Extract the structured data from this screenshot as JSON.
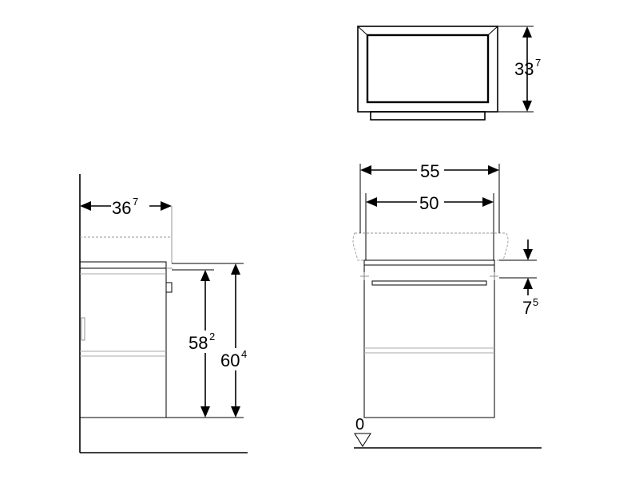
{
  "dimensions": {
    "top_depth": {
      "main": "33",
      "sup": "7"
    },
    "side_depth": {
      "main": "36",
      "sup": "7"
    },
    "side_height_inner": {
      "main": "58",
      "sup": "2"
    },
    "side_height_total": {
      "main": "60",
      "sup": "4"
    },
    "front_width_outer": "55",
    "front_width_inner": "50",
    "front_offset": {
      "main": "7",
      "sup": "5"
    },
    "floor_level": "0"
  }
}
